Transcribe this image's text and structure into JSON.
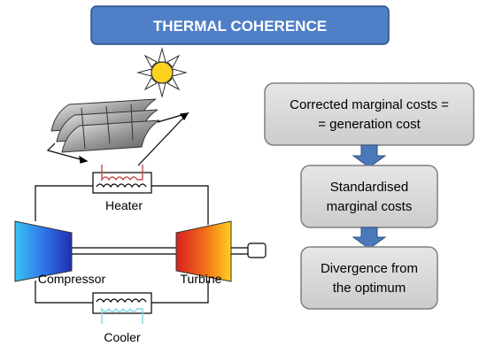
{
  "title": "THERMAL COHERENCE",
  "components": {
    "heater": "Heater",
    "compressor": "Compressor",
    "turbine": "Turbine",
    "cooler": "Cooler"
  },
  "flow": {
    "box1_line1": "Corrected marginal costs =",
    "box1_line2": "= generation cost",
    "box2_line1": "Standardised",
    "box2_line2": "marginal costs",
    "box3_line1": "Divergence from",
    "box3_line2": "the optimum"
  },
  "colors": {
    "title_fill": "#4f7fc7",
    "title_border": "#2c4f87",
    "box_fill": "#d9d9d9",
    "box_border": "#7f7f7f",
    "arrow_fill": "#4a78b8",
    "sun_fill": "#ffd21f",
    "heater_coil": "#c0504d",
    "cooler_coil": "#7fd6e0"
  }
}
